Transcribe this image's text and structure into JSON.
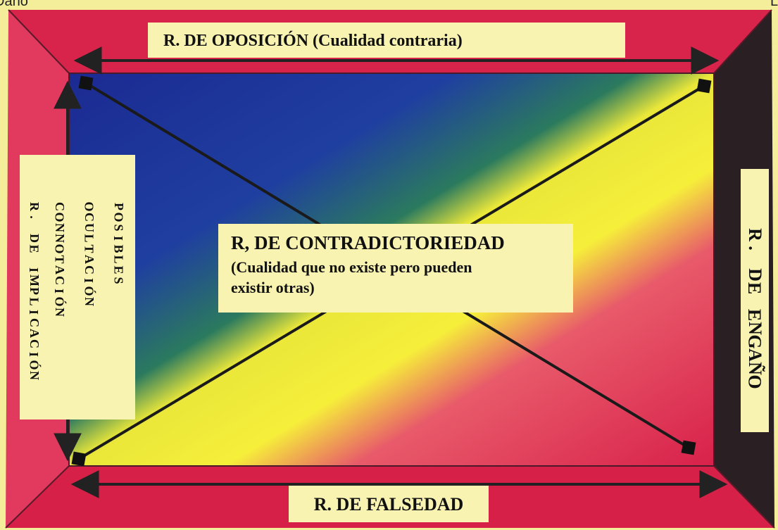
{
  "frame": {
    "top_left_text": "Daño",
    "top_right_text": "L"
  },
  "labels": {
    "top": "R. DE OPOSICIÓN  (Cualidad contraria)",
    "bottom": "R. DE FALSEDAD",
    "center_title": "R, DE CONTRADICTORIEDAD",
    "center_desc_line1": "(Cualidad que no existe pero pueden",
    "center_desc_line2": "existir otras)",
    "right": "R. DE ENGAÑO",
    "left_lines": [
      "R. DE IMPLICACIÓN",
      "CONNOTACIÓN",
      "OCULTACIÓN",
      "POSIBLES"
    ]
  },
  "colors": {
    "background": "#f4ee9a",
    "frame_crimson": "#d8234a",
    "dark_bevel": "#2a1f22",
    "gradient_blue": "#1f2f9a",
    "gradient_green": "#2a7a5a",
    "gradient_yellow": "#f5ef3a",
    "gradient_red": "#d8234a",
    "label_background": "#f8f3b0",
    "arrow": "#222222"
  }
}
